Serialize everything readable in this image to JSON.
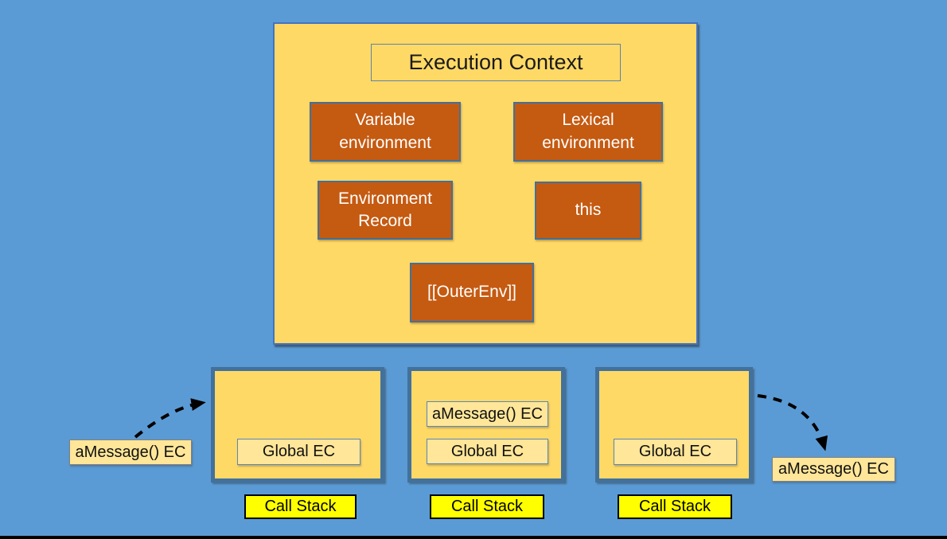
{
  "colors": {
    "background": "#5B9BD5",
    "panel_fill": "#FFD966",
    "panel_border": "#4472C4",
    "orange_fill": "#C55A11",
    "orange_border": "#41719C",
    "stack_border": "#41719C",
    "frame_fill": "#FFE699",
    "caption_fill": "#FFFF00",
    "arrow": "#000000",
    "bottom_bar": "#000000"
  },
  "panel": {
    "title": "Execution Context",
    "components": [
      {
        "label": "Variable environment"
      },
      {
        "label": "Lexical environment"
      },
      {
        "label": "Environment Record"
      },
      {
        "label": "this"
      },
      {
        "label": "[[OuterEnv]]"
      }
    ]
  },
  "stacks": [
    {
      "frames": [
        "Global EC"
      ],
      "caption": "Call Stack"
    },
    {
      "frames": [
        "aMessage() EC",
        "Global EC"
      ],
      "caption": "Call Stack"
    },
    {
      "frames": [
        "Global EC"
      ],
      "caption": "Call Stack"
    }
  ],
  "floating": [
    {
      "label": "aMessage() EC"
    },
    {
      "label": "aMessage() EC"
    }
  ]
}
